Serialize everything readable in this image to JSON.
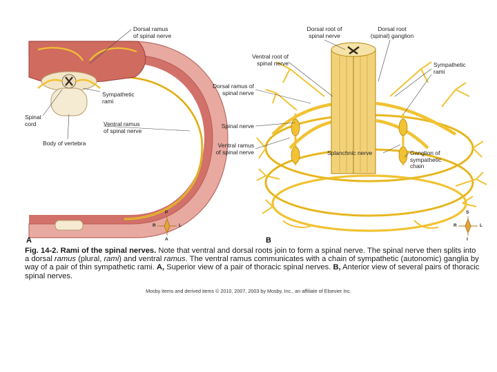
{
  "panel_a": {
    "letter": "A",
    "labels": {
      "dorsal_ramus": "Dorsal ramus\nof spinal nerve",
      "sympathetic_rami": "Sympathetic\nrami",
      "spinal_cord": "Spinal\ncord",
      "ventral_ramus": "Ventral ramus\nof spinal nerve",
      "body_of_vertebra": "Body of vertebra"
    },
    "compass": {
      "top": "P",
      "bottom": "A",
      "left": "R",
      "right": "L"
    }
  },
  "panel_b": {
    "letter": "B",
    "labels": {
      "dorsal_root": "Dorsal root of\nspinal nerve",
      "dorsal_root_ganglion": "Dorsal root\n(spinal) ganglion",
      "ventral_root": "Ventral root of\nspinal nerve",
      "sympathetic_rami": "Sympathetic\nrami",
      "dorsal_ramus": "Dorsal ramus of\nspinal nerve",
      "spinal_nerve": "Spinal nerve",
      "ventral_ramus": "Ventral ramus\nof spinal nerve",
      "splanchnic_nerve": "Splanchnic nerve",
      "ganglion_chain": "Ganglion of\nsympathetic\nchain"
    },
    "compass": {
      "top": "S",
      "bottom": "I",
      "left": "R",
      "right": "L"
    }
  },
  "caption": {
    "fig": "Fig. 14-2.",
    "title": "Rami of the spinal nerves.",
    "t1": " Note that ventral and dorsal roots join to form a spinal nerve. The spinal nerve then splits into a dorsal ",
    "ramus1": "ramus",
    "t2": " (plural, ",
    "rami": "rami",
    "t3": ") and ventral ",
    "ramus2": "ramus",
    "t4": ". The ventral ramus communicates with a chain of sympathetic (autonomic) ganglia by way of a pair of thin sympathetic rami. ",
    "a": "A,",
    "t5": " Superior view of a pair of thoracic spinal nerves. ",
    "b": "B,",
    "t6": " Anterior view of several pairs of thoracic spinal nerves."
  },
  "copyright": "Mosby items and derived items © 2010, 2007, 2003 by Mosby, Inc., an affiliate of Elsevier Inc."
}
